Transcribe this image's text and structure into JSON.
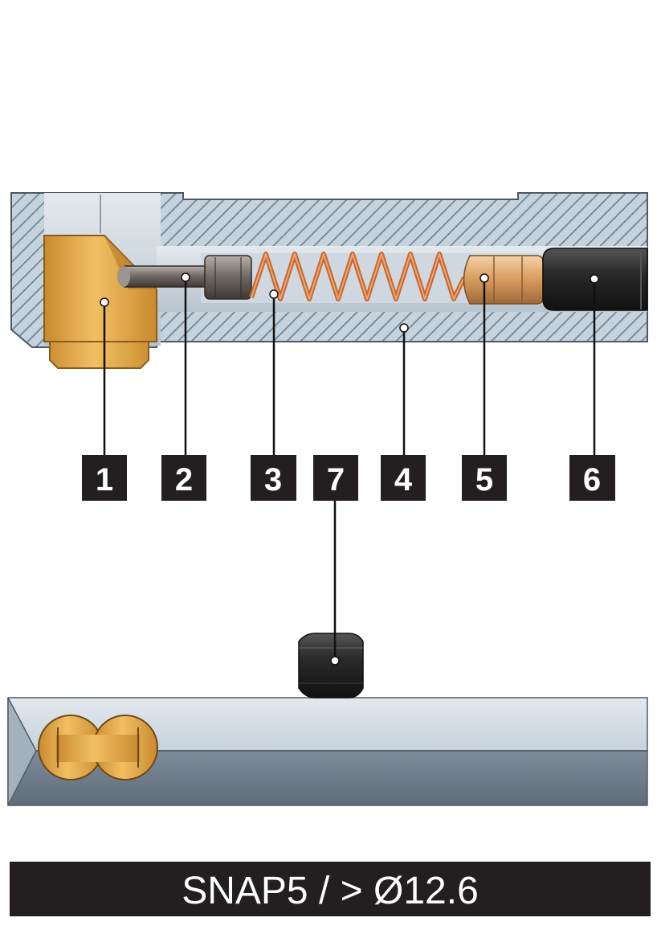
{
  "diagram": {
    "callouts": [
      {
        "id": "c1",
        "label": "1",
        "part": "ball-housing"
      },
      {
        "id": "c2",
        "label": "2",
        "part": "pin"
      },
      {
        "id": "c3",
        "label": "3",
        "part": "spring"
      },
      {
        "id": "c7",
        "label": "7",
        "part": "set-screw"
      },
      {
        "id": "c4",
        "label": "4",
        "part": "body"
      },
      {
        "id": "c5",
        "label": "5",
        "part": "bronze-plug"
      },
      {
        "id": "c6",
        "label": "6",
        "part": "black-screw"
      }
    ],
    "caption": "SNAP5 / > Ø12.6",
    "colors": {
      "hatch": "#6f8596",
      "body": "#c6d2dc",
      "bronze": "#e3a84a",
      "copper": "#c8682e",
      "black": "#2b2b2b",
      "caption_bg": "#231f20"
    }
  }
}
